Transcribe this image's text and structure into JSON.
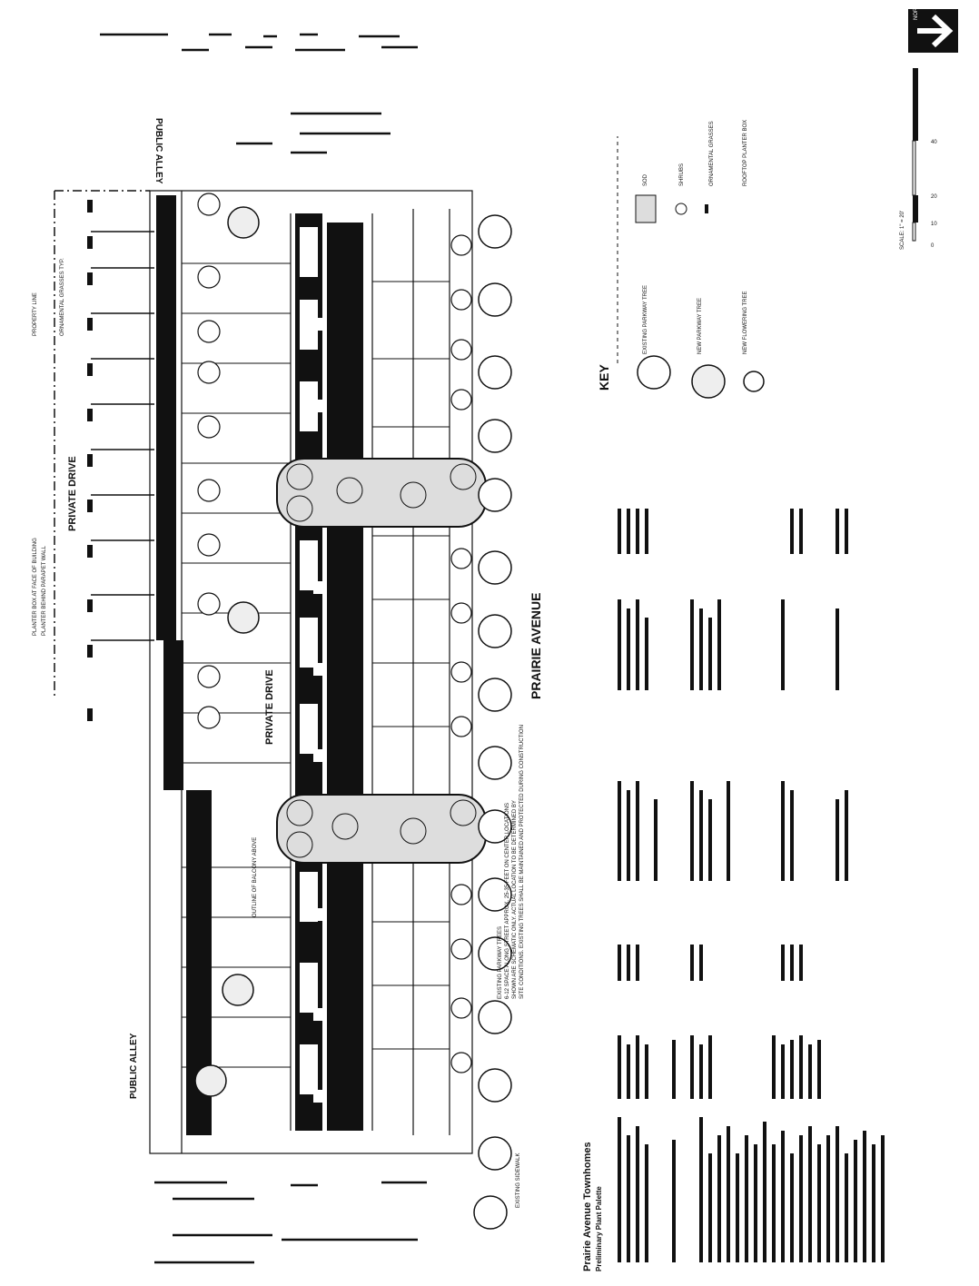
{
  "site_plan": {
    "title": "Prairie Avenue Townhomes",
    "subtitle": "Preliminary Plant Palette",
    "street_labels": {
      "prairie_avenue": "PRAIRIE AVENUE",
      "private_drive_top": "PRIVATE DRIVE",
      "private_drive_mid": "PRIVATE DRIVE",
      "public_alley_left": "PUBLIC ALLEY",
      "public_alley_right": "PUBLIC ALLEY"
    },
    "annotations": {
      "property_line": "PROPERTY LINE",
      "ornamental_grasses": "ORNAMENTAL GRASSES TYP.",
      "planter_note_1": "PLANTER BOX AT FACE OF BUILDING",
      "planter_note_2": "PLANTER BEHIND PARAPET WALL",
      "balcony_outline": "OUTLINE OF BALCONY ABOVE",
      "existing_sidewalk": "EXISTING SIDEWALK",
      "parkway_note_1": "EXISTING PARKWAY TREES",
      "parkway_note_2": "6-12 SPACE ALONG STREET APPROX. 25-35 FEET ON CENTER LOCATIONS",
      "parkway_note_3": "SHOWN ARE SCHEMATIC ONLY. ACTUAL LOCATION TO BE DETERMINED BY",
      "parkway_note_4": "SITE CONDITIONS. EXISTING TREES SHALL BE MAINTAINED AND PROTECTED DURING CONSTRUCTION"
    },
    "key": {
      "title": "KEY",
      "items": [
        "EXISTING PARKWAY TREE",
        "NEW PARKWAY TREE",
        "NEW FLOWERING TREE",
        "SOD",
        "SHRUBS",
        "ORNAMENTAL GRASSES",
        "ROOFTOP PLANTER BOX"
      ]
    },
    "scale": {
      "label": "SCALE: 1\" = 20'",
      "ticks": [
        "0",
        "10",
        "20",
        "40"
      ]
    },
    "north": "NORTH"
  }
}
